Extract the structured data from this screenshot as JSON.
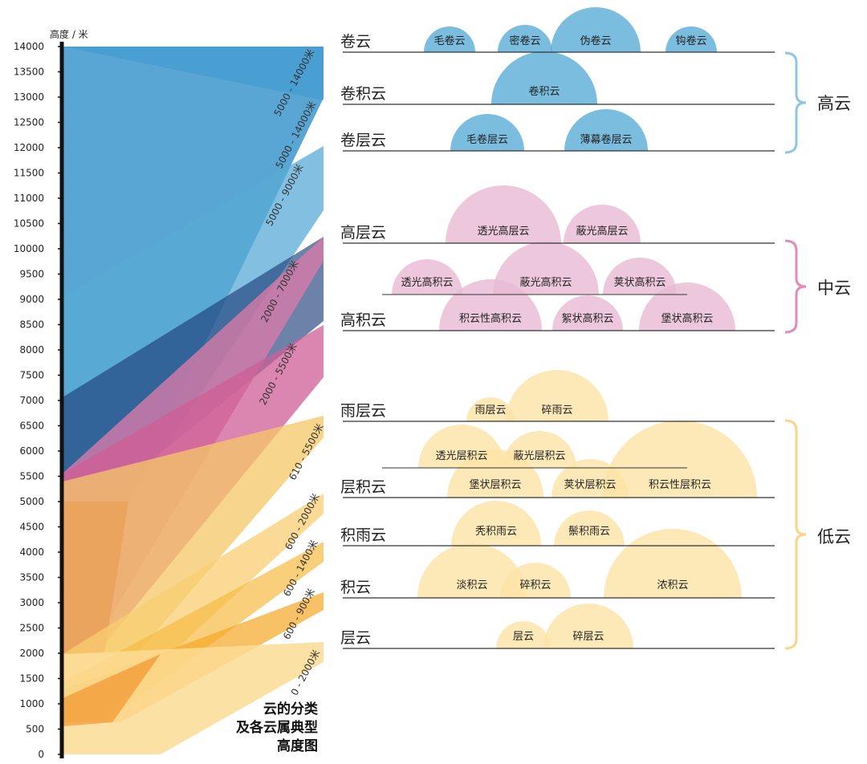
{
  "axis": {
    "title": "高度 / 米",
    "ticks": [
      "0",
      "500",
      "1000",
      "1500",
      "2000",
      "2500",
      "3000",
      "3500",
      "4000",
      "4500",
      "5000",
      "5500",
      "6000",
      "6500",
      "7000",
      "7500",
      "8000",
      "8500",
      "9000",
      "9500",
      "10000",
      "10500",
      "11000",
      "11500",
      "12000",
      "12500",
      "13000",
      "13500",
      "14000"
    ]
  },
  "title_lines": [
    "云的分类",
    "及各云属典型",
    "高度图"
  ],
  "height_bands": [
    {
      "label": "5000 - 14000米",
      "min": 5000,
      "max": 14000,
      "color": "#8ac6e4"
    },
    {
      "label": "5000 - 14000米",
      "min": 5000,
      "max": 14000,
      "color": "#3c97cc"
    },
    {
      "label": "5000 - 9000米",
      "min": 5000,
      "max": 9000,
      "color": "#5aa9d6"
    },
    {
      "label": "2000 - 7000米",
      "min": 2000,
      "max": 7000,
      "color": "#d77aa9"
    },
    {
      "label": "2000 - 5500米",
      "min": 2000,
      "max": 5500,
      "color": "#cf5d95"
    },
    {
      "label": "610 - 5500米",
      "min": 610,
      "max": 5500,
      "color": "#f6c767"
    },
    {
      "label": "600 - 2000米",
      "min": 600,
      "max": 2000,
      "color": "#f8cd70"
    },
    {
      "label": "600 - 1400米",
      "min": 600,
      "max": 1400,
      "color": "#f6bb44"
    },
    {
      "label": "600 - 900米",
      "min": 600,
      "max": 900,
      "color": "#f5a623"
    },
    {
      "label": "0 - 2000米",
      "min": 0,
      "max": 2000,
      "color": "#fbdc94"
    }
  ],
  "groups": [
    {
      "label": "高云",
      "color": "#8ec7e6"
    },
    {
      "label": "中云",
      "color": "#e28bbb"
    },
    {
      "label": "低云",
      "color": "#f7d68a"
    }
  ],
  "genera": [
    {
      "label": "卷云",
      "color": "#5aadd6",
      "species": [
        "毛卷云",
        "密卷云",
        "伪卷云",
        "钩卷云"
      ]
    },
    {
      "label": "卷积云",
      "color": "#5aadd6",
      "species": [
        "卷积云"
      ]
    },
    {
      "label": "卷层云",
      "color": "#5aadd6",
      "species": [
        "毛卷层云",
        "薄幕卷层云"
      ]
    },
    {
      "label": "高层云",
      "color": "#e9bad4",
      "species": [
        "透光高层云",
        "蔽光高层云"
      ]
    },
    {
      "label": "高积云",
      "color": "#e9bad4",
      "species": [
        "透光高积云",
        "蔽光高积云",
        "荚状高积云",
        "积云性高积云",
        "絮状高积云",
        "堡状高积云"
      ]
    },
    {
      "label": "雨层云",
      "color": "#fce3a6",
      "species": [
        "雨层云",
        "碎雨云"
      ]
    },
    {
      "label": "层积云",
      "color": "#fce3a6",
      "species": [
        "透光层积云",
        "蔽光层积云",
        "堡状层积云",
        "荚状层积云",
        "积云性层积云"
      ]
    },
    {
      "label": "积雨云",
      "color": "#fce3a6",
      "species": [
        "秃积雨云",
        "鬃积雨云"
      ]
    },
    {
      "label": "积云",
      "color": "#fce3a6",
      "species": [
        "淡积云",
        "碎积云",
        "浓积云"
      ]
    },
    {
      "label": "层云",
      "color": "#fce3a6",
      "species": [
        "层云",
        "碎层云"
      ]
    }
  ]
}
